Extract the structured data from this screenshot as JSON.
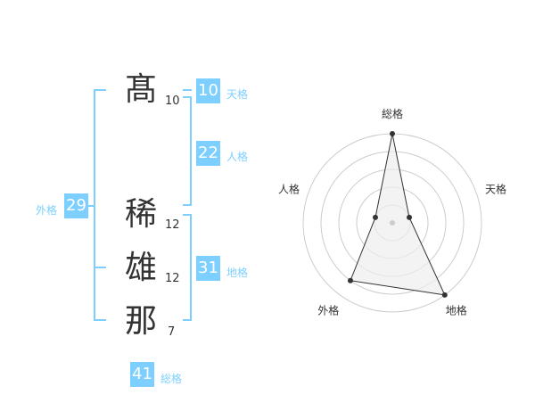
{
  "name": {
    "chars": [
      {
        "char": "髙",
        "strokes": "10"
      },
      {
        "char": "稀",
        "strokes": "12"
      },
      {
        "char": "雄",
        "strokes": "12"
      },
      {
        "char": "那",
        "strokes": "7"
      }
    ]
  },
  "grids": {
    "tenkaku": {
      "value": "10",
      "label": "天格"
    },
    "jinkaku": {
      "value": "22",
      "label": "人格"
    },
    "chikaku": {
      "value": "31",
      "label": "地格"
    },
    "gaikaku": {
      "value": "29",
      "label": "外格"
    },
    "soukaku": {
      "value": "41",
      "label": "総格"
    }
  },
  "chart_data": {
    "type": "radar",
    "axes": [
      "総格",
      "天格",
      "地格",
      "外格",
      "人格"
    ],
    "values": [
      5,
      1,
      5,
      4,
      1
    ],
    "range": [
      0,
      5
    ],
    "rings": 5,
    "grid": true
  },
  "colors": {
    "accent": "#7dcfff",
    "text": "#333333",
    "ring": "#cccccc",
    "fill": "#eeeeee"
  }
}
